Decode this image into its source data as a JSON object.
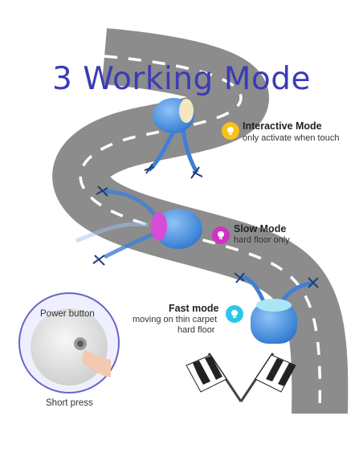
{
  "title": "3 Working Mode",
  "colors": {
    "title": "#3b3bb8",
    "road": "#8c8c8c",
    "road_edge": "#ffffff",
    "lane": "#ffffff",
    "toy_blue": "#3e8fe0",
    "toy_pink": "#d74cd6",
    "rope": "#3f7fd6",
    "bulb_yellow": "#f6c21a",
    "bulb_magenta": "#d430c8",
    "bulb_cyan": "#2ec6e6"
  },
  "modes": [
    {
      "title": "Interactive Mode",
      "desc": "only activate when touch",
      "icon": "bulb-icon"
    },
    {
      "title": "Slow Mode",
      "desc": "hard floor only",
      "icon": "bulb-icon"
    },
    {
      "title": "Fast mode",
      "desc_lines": [
        "moving on thin carpet",
        "hard floor"
      ],
      "icon": "bulb-icon"
    }
  ],
  "inset": {
    "label_top": "Power button",
    "label_bottom": "Short press"
  }
}
